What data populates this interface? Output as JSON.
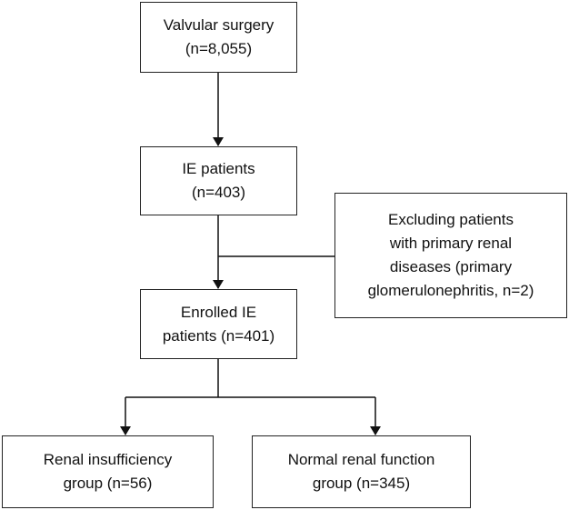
{
  "boxes": {
    "valvular_surgery": {
      "line1": "Valvular surgery",
      "line2": "(n=8,055)"
    },
    "ie_patients": {
      "line1": "IE patients",
      "line2": "(n=403)"
    },
    "exclusion": {
      "line1": "Excluding patients",
      "line2": "with primary renal",
      "line3": "diseases (primary",
      "line4": "glomerulonephritis, n=2)"
    },
    "enrolled": {
      "line1": "Enrolled IE",
      "line2": "patients (n=401)"
    },
    "renal_insufficiency": {
      "line1": "Renal insufficiency",
      "line2": "group (n=56)"
    },
    "normal_renal": {
      "line1": "Normal renal function",
      "line2": "group (n=345)"
    }
  }
}
